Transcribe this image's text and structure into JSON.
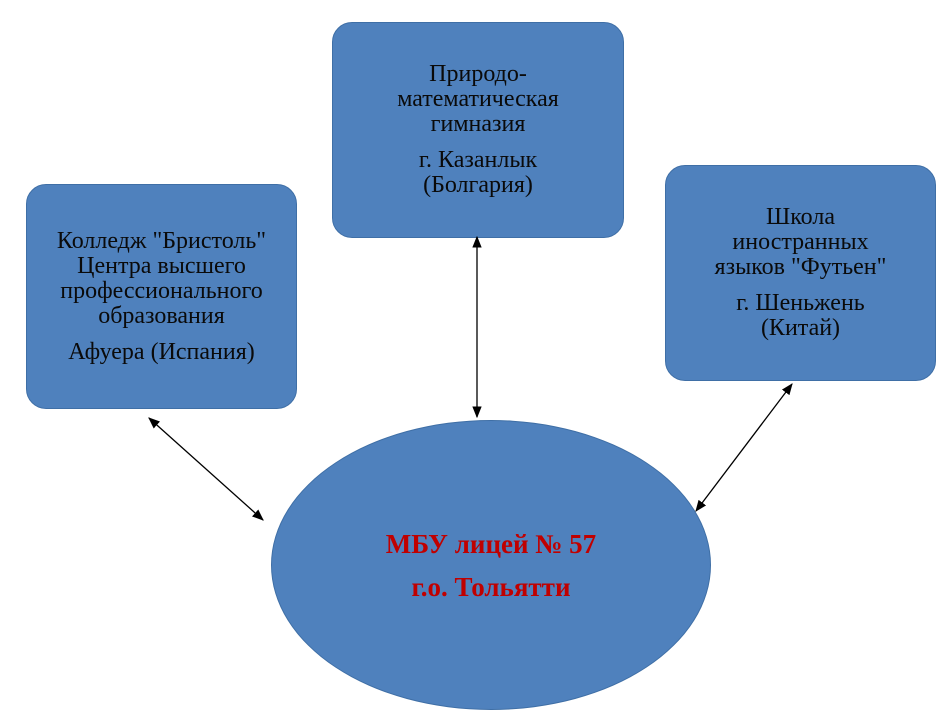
{
  "nodes": {
    "left": {
      "lines": [
        "Колледж \"Бристоль\"",
        "Центра высшего",
        "профессионального",
        "образования"
      ],
      "location": "Афуера (Испания)"
    },
    "center": {
      "lines": [
        "Природо-",
        "математическая",
        "гимназия"
      ],
      "location_lines": [
        "г. Казанлык",
        "(Болгария)"
      ]
    },
    "right": {
      "lines": [
        "Школа",
        "иностранных",
        "языков \"Футьен\""
      ],
      "location_lines": [
        "г. Шеньжень",
        "(Китай)"
      ]
    },
    "main": {
      "line1": "МБУ лицей № 57",
      "line2": "г.о. Тольятти"
    }
  },
  "colors": {
    "node_fill": "#4f81bd",
    "main_text": "#c00000",
    "arrow": "#000000"
  },
  "connections": [
    {
      "from": "left",
      "to": "main",
      "type": "bidirectional"
    },
    {
      "from": "center",
      "to": "main",
      "type": "bidirectional"
    },
    {
      "from": "right",
      "to": "main",
      "type": "bidirectional"
    }
  ]
}
